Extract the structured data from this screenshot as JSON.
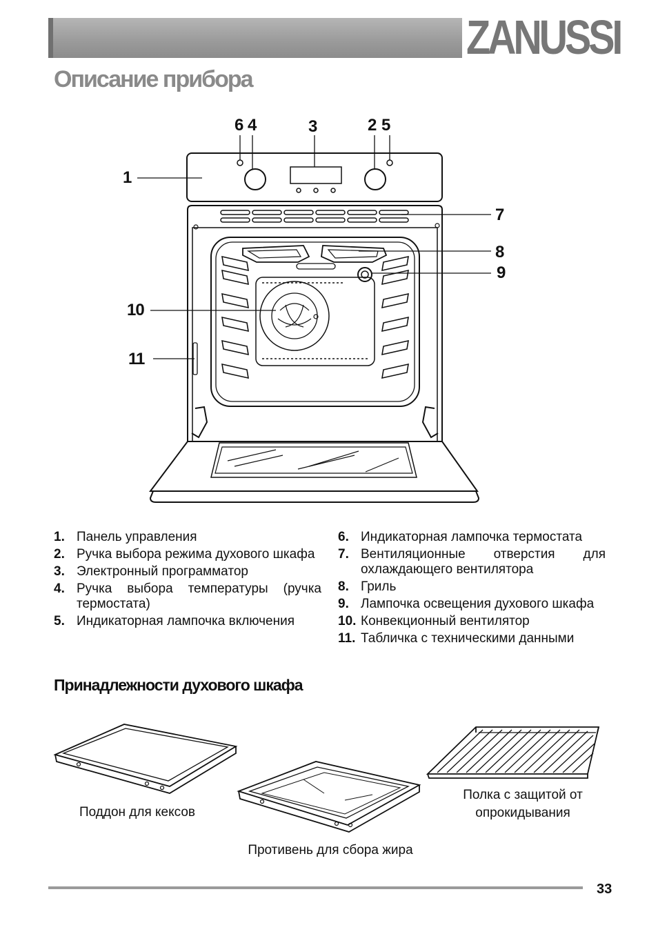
{
  "header": {
    "brand": "ZANUSSI",
    "title": "Описание прибора"
  },
  "callouts": {
    "c1": "1",
    "c2": "2",
    "c3": "3",
    "c4": "4",
    "c5": "5",
    "c6": "6",
    "c7": "7",
    "c8": "8",
    "c9": "9",
    "c10": "10",
    "c11": "11"
  },
  "parts_left": [
    {
      "num": "1.",
      "text": "Панель управления"
    },
    {
      "num": "2.",
      "text": "Ручка выбора режима духового шкафа"
    },
    {
      "num": "3.",
      "text": "Электронный программатор"
    },
    {
      "num": "4.",
      "text": "Ручка выбора температуры (ручка термостата)"
    },
    {
      "num": "5.",
      "text": "Индикаторная лампочка включения"
    }
  ],
  "parts_right": [
    {
      "num": "6.",
      "text": "Индикаторная лампочка термостата"
    },
    {
      "num": "7.",
      "text": "Вентиляционные отверстия для охлаждающего вентилятора"
    },
    {
      "num": "8.",
      "text": "Гриль"
    },
    {
      "num": "9.",
      "text": "Лампочка освещения духового шкафа"
    },
    {
      "num": "10.",
      "text": "Конвекционный вентилятор"
    },
    {
      "num": "11.",
      "text": "Табличка с техническими данными"
    }
  ],
  "accessories": {
    "title": "Принадлежности духового шкафа",
    "cake_tray": "Поддон для кексов",
    "grease_pan": "Противень для сбора жира",
    "shelf_line1": "Полка с защитой от",
    "shelf_line2": "опрокидывания"
  },
  "footer": {
    "page": "33"
  }
}
